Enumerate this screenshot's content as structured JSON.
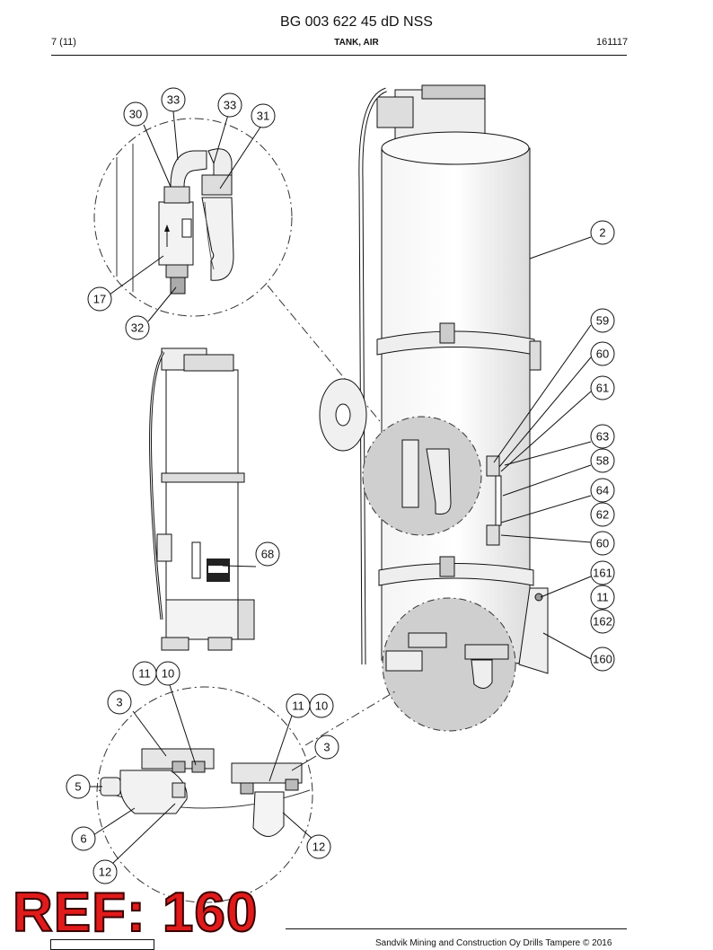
{
  "header": {
    "doc_number": "BG 003 622 45 dD NSS",
    "page": "7 (11)",
    "title": "TANK, AIR",
    "date_code": "161117"
  },
  "callouts": {
    "c33a": "33",
    "c33b": "33",
    "c30": "30",
    "c31": "31",
    "c17": "17",
    "c32": "32",
    "c2": "2",
    "c59": "59",
    "c60a": "60",
    "c61": "61",
    "c63": "63",
    "c58": "58",
    "c64": "64",
    "c62": "62",
    "c60b": "60",
    "c161": "161",
    "c11a": "11",
    "c162": "162",
    "c160": "160",
    "c68": "68",
    "c11b": "11",
    "c10a": "10",
    "c3a": "3",
    "c11c": "11",
    "c10b": "10",
    "c3b": "3",
    "c5": "5",
    "c6": "6",
    "c12a": "12",
    "c12b": "12"
  },
  "stamp": {
    "ref": "REF: 160"
  },
  "footer": {
    "text": "Sandvik Mining and Construction Oy Drills Tampere © 2016"
  }
}
